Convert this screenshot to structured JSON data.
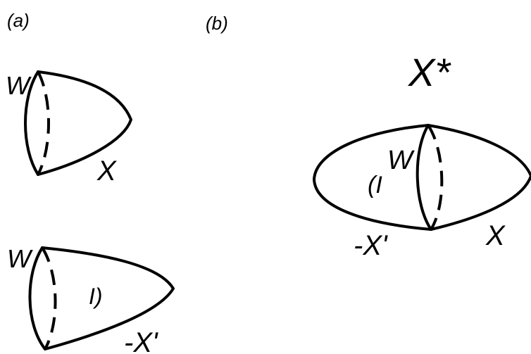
{
  "panels": {
    "a": {
      "label": "(a)",
      "top_shape": {
        "boundary_label": "W",
        "manifold_label": "X"
      },
      "bottom_shape": {
        "boundary_label": "W",
        "manifold_label": "-X'",
        "mark": "I)"
      }
    },
    "b": {
      "label": "(b)",
      "title": "X*",
      "left_label": "-X'",
      "right_label": "X",
      "boundary_label": "W",
      "mark": "(I"
    }
  }
}
